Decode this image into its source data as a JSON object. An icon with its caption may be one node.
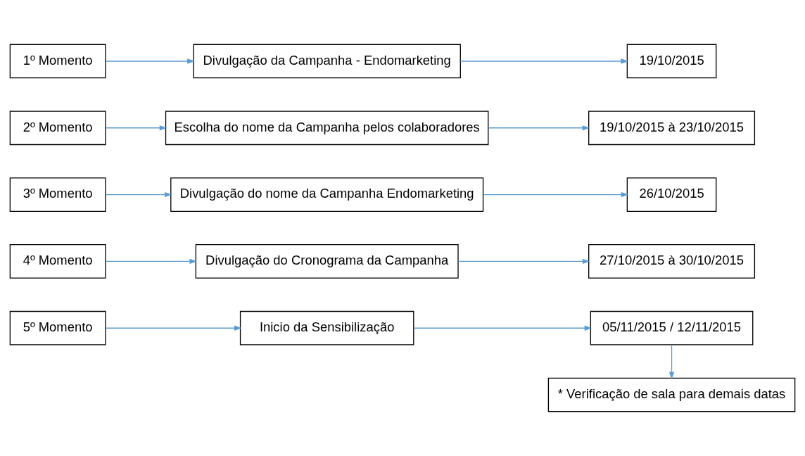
{
  "diagram": {
    "nodes": [
      {
        "text": [
          "1º Momento"
        ]
      },
      {
        "text": [
          "Divulgação da Campanha - Endomarketing"
        ]
      },
      {
        "text": [
          "19/10/2015"
        ]
      },
      {
        "text": [
          "2º Momento"
        ]
      },
      {
        "text": [
          "Escolha do nome da Campanha pelos colaboradores"
        ]
      },
      {
        "text": [
          "19/10/2015 à 23/10/2015"
        ]
      },
      {
        "text": [
          "3º Momento"
        ]
      },
      {
        "text": [
          "Divulgação do nome da Campanha Endomarketing"
        ]
      },
      {
        "text": [
          "26/10/2015"
        ]
      },
      {
        "text": [
          "4º Momento"
        ]
      },
      {
        "text": [
          "Divulgação do Cronograma da Campanha"
        ]
      },
      {
        "text": [
          "27/10/2015 à 30/10/2015"
        ]
      },
      {
        "text": [
          "5º Momento"
        ]
      },
      {
        "text": [
          "Inicio da Sensibilização"
        ]
      },
      {
        "text": [
          "05/11/2015 / 12/11/2015"
        ]
      },
      {
        "text": [
          "* Verificação de sala para demais datas"
        ]
      }
    ],
    "edges": [
      {
        "from": 0,
        "to": 1,
        "arrow": "to"
      },
      {
        "from": 1,
        "to": 2,
        "arrow": "to"
      },
      {
        "from": 3,
        "to": 4,
        "arrow": "to"
      },
      {
        "from": 4,
        "to": 5,
        "arrow": "to"
      },
      {
        "from": 6,
        "to": 7,
        "arrow": "to"
      },
      {
        "from": 7,
        "to": 8,
        "arrow": "to"
      },
      {
        "from": 9,
        "to": 10,
        "arrow": "to"
      },
      {
        "from": 10,
        "to": 11,
        "arrow": "to"
      },
      {
        "from": 12,
        "to": 13,
        "arrow": "to"
      },
      {
        "from": 13,
        "to": 14,
        "arrow": "to"
      },
      {
        "from": 14,
        "to": 15,
        "arrow": "to"
      }
    ]
  }
}
